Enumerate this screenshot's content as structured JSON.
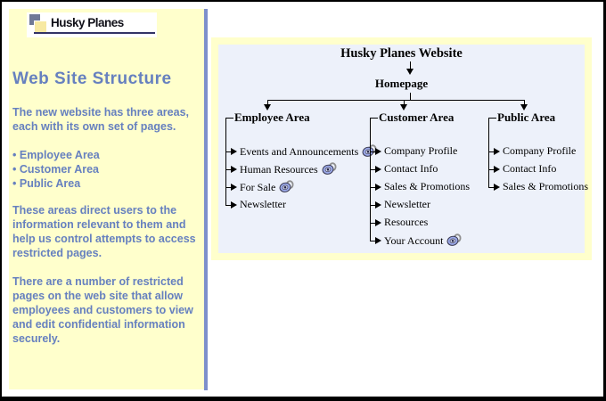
{
  "sidebar": {
    "logo_text": "Husky Planes",
    "heading": "Web Site Structure",
    "paragraph1": "The new website has three areas, each with its own set of pages.",
    "bullets": [
      "Employee Area",
      "Customer Area",
      "Public Area"
    ],
    "paragraph2": "These areas direct users to the information relevant to them and help us control attempts to access restricted pages.",
    "paragraph3": "There are a number of restricted pages on the web site that allow employees and customers to view and edit confidential information securely."
  },
  "diagram": {
    "title": "Husky Planes Website",
    "root": "Homepage",
    "columns": [
      {
        "label": "Employee Area",
        "items": [
          {
            "label": "Events and Announcements",
            "locked": true
          },
          {
            "label": "Human Resources",
            "locked": true
          },
          {
            "label": "For Sale",
            "locked": true
          },
          {
            "label": "Newsletter",
            "locked": false
          }
        ]
      },
      {
        "label": "Customer Area",
        "items": [
          {
            "label": "Company Profile",
            "locked": false
          },
          {
            "label": "Contact Info",
            "locked": false
          },
          {
            "label": "Sales & Promotions",
            "locked": false
          },
          {
            "label": "Newsletter",
            "locked": false
          },
          {
            "label": "Resources",
            "locked": false
          },
          {
            "label": "Your Account",
            "locked": true
          }
        ]
      },
      {
        "label": "Public Area",
        "items": [
          {
            "label": "Company Profile",
            "locked": false
          },
          {
            "label": "Contact Info",
            "locked": false
          },
          {
            "label": "Sales & Promotions",
            "locked": false
          }
        ]
      }
    ]
  },
  "icons": {
    "lock": "lock-icon"
  },
  "colors": {
    "sidebar_background": "#FFFFCC",
    "diagram_background": "#EDF1FA",
    "diagram_frame": "#FFFFCC",
    "text_accent": "#6680BF",
    "separator": "#7D8FCB",
    "logo_underline": "#333366",
    "diagram_text": "#000000"
  }
}
